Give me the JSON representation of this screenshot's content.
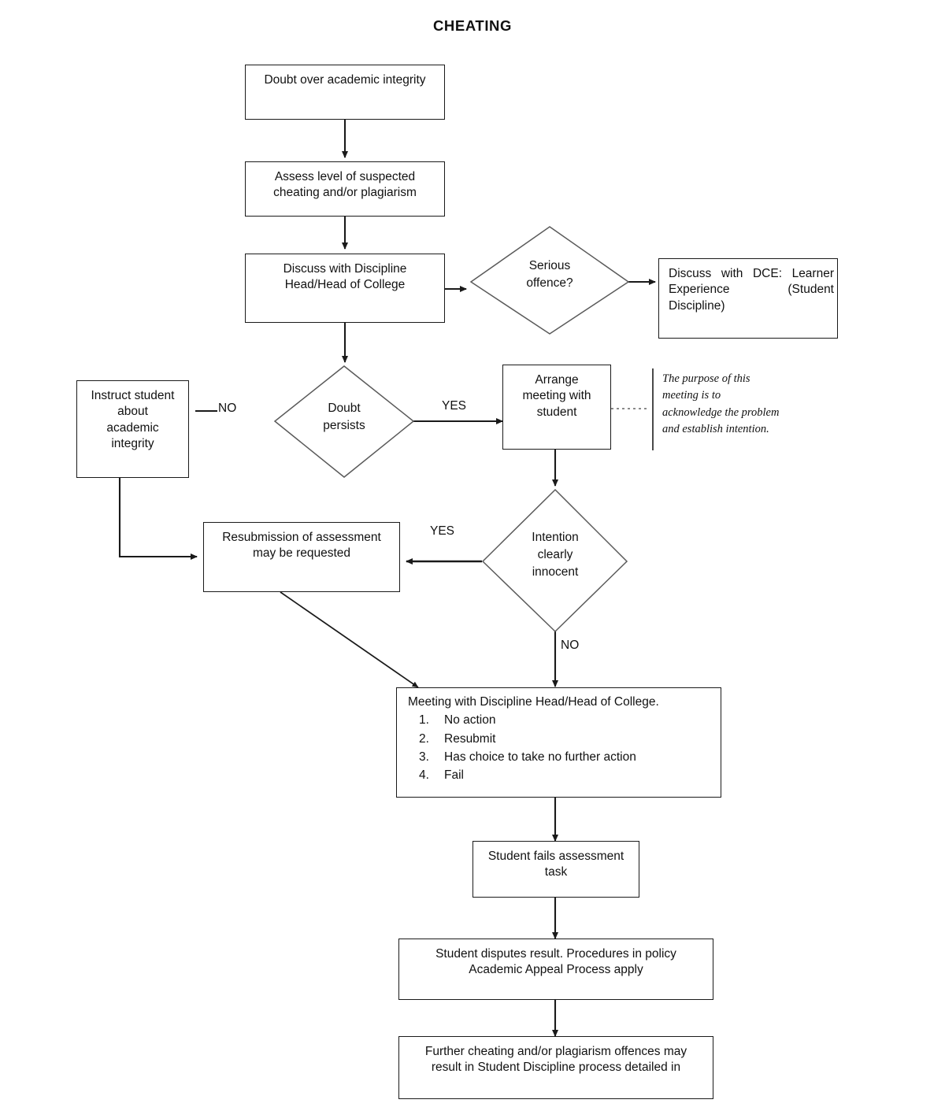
{
  "title": "CHEATING",
  "nodes": {
    "doubt_integrity": "Doubt over academic integrity",
    "assess_level": "Assess level of suspected\ncheating and/or plagiarism",
    "discuss_discipline_head": "Discuss with Discipline\nHead/Head of College",
    "serious_offence": "Serious\noffence?",
    "discuss_dce": "Discuss with DCE: Learner Experience (Student Discipline)",
    "doubt_persists": "Doubt\npersists",
    "instruct_student": "Instruct student\nabout\nacademic\nintegrity",
    "arrange_meeting": "Arrange\nmeeting with\nstudent",
    "intention_innocent": "Intention\nclearly\ninnocent",
    "resubmission": "Resubmission of assessment\nmay be requested",
    "meeting_head": "Meeting with Discipline Head/Head of College.",
    "meeting_options": [
      {
        "num": "1.",
        "text": "No action"
      },
      {
        "num": "2.",
        "text": "Resubmit"
      },
      {
        "num": "3.",
        "text": "Has choice to take no further action"
      },
      {
        "num": "4.",
        "text": "Fail"
      }
    ],
    "student_fails": "Student fails assessment\ntask",
    "student_disputes": "Student disputes result. Procedures in policy\nAcademic Appeal Process apply",
    "further_cheating": "Further cheating and/or plagiarism offences may\nresult in Student Discipline process detailed in"
  },
  "edge_labels": {
    "doubt_no": "NO",
    "doubt_yes": "YES",
    "intention_yes": "YES",
    "intention_no": "NO"
  },
  "annotation": {
    "note": "The purpose of this\nmeeting is to\nacknowledge the problem\nand establish intention."
  },
  "colors": {
    "stroke": "#1a1a1a",
    "background": "#ffffff",
    "text": "#111111",
    "note_rule": "#4a4a4a",
    "dotted": "#8a8a8a"
  }
}
